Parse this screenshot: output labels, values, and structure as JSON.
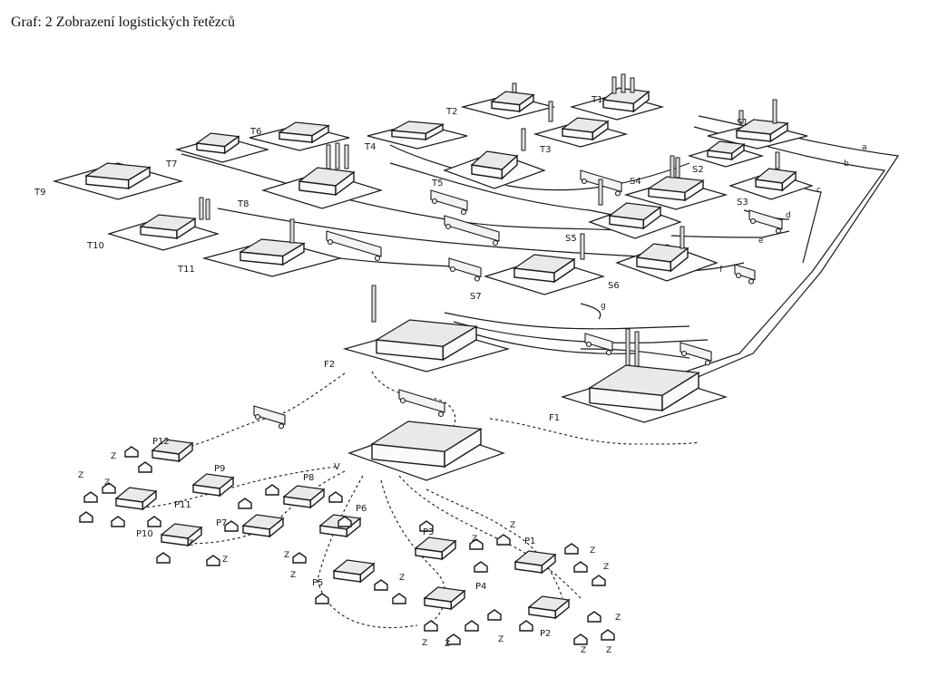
{
  "caption": "Graf: 2 Zobrazení logistických řetězců",
  "suppliers_t": [
    "T1",
    "T2",
    "T3",
    "T4",
    "T5",
    "T6",
    "T7",
    "T8",
    "T9",
    "T10",
    "T11"
  ],
  "suppliers_s": [
    "S1",
    "S2",
    "S3",
    "S4",
    "S5",
    "S6",
    "S7"
  ],
  "route_letters": [
    "a",
    "b",
    "c",
    "d",
    "e",
    "f",
    "g"
  ],
  "factories": [
    "F1",
    "F2"
  ],
  "distribution": "V",
  "outlets": [
    "P1",
    "P2",
    "P3",
    "P4",
    "P5",
    "P6",
    "P7",
    "P8",
    "P9",
    "P10",
    "P11",
    "P12"
  ],
  "customer_label": "Z"
}
